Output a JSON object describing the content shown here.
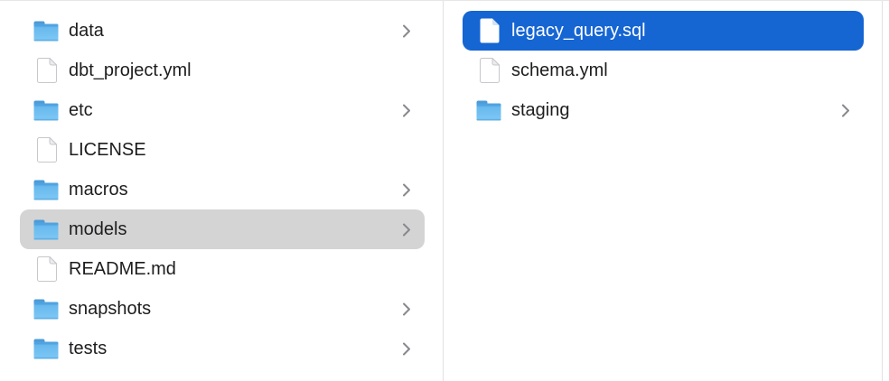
{
  "app": {
    "view": "finder-column-view"
  },
  "colors": {
    "selection_focused_blue": "#1565d3",
    "selection_unfocused_gray": "#d4d4d4",
    "text": "#1d1d1f",
    "selected_text": "#ffffff",
    "divider": "#e1e1e4",
    "chevron": "#88888d",
    "folder_blue_top": "#55a9e4",
    "folder_blue_bottom": "#7ec8f4"
  },
  "selection": {
    "left_column_selected": "models",
    "right_column_selected": "legacy_query.sql"
  },
  "columns": [
    {
      "name": "left",
      "items": [
        {
          "label": "data",
          "type": "folder",
          "has_chevron": true,
          "selected": false
        },
        {
          "label": "dbt_project.yml",
          "type": "file",
          "has_chevron": false,
          "selected": false
        },
        {
          "label": "etc",
          "type": "folder",
          "has_chevron": true,
          "selected": false
        },
        {
          "label": "LICENSE",
          "type": "file",
          "has_chevron": false,
          "selected": false
        },
        {
          "label": "macros",
          "type": "folder",
          "has_chevron": true,
          "selected": false
        },
        {
          "label": "models",
          "type": "folder",
          "has_chevron": true,
          "selected": "gray"
        },
        {
          "label": "README.md",
          "type": "file",
          "has_chevron": false,
          "selected": false
        },
        {
          "label": "snapshots",
          "type": "folder",
          "has_chevron": true,
          "selected": false
        },
        {
          "label": "tests",
          "type": "folder",
          "has_chevron": true,
          "selected": false
        }
      ]
    },
    {
      "name": "right",
      "items": [
        {
          "label": "legacy_query.sql",
          "type": "file",
          "has_chevron": false,
          "selected": "blue"
        },
        {
          "label": "schema.yml",
          "type": "file",
          "has_chevron": false,
          "selected": false
        },
        {
          "label": "staging",
          "type": "folder",
          "has_chevron": true,
          "selected": false
        }
      ]
    }
  ]
}
